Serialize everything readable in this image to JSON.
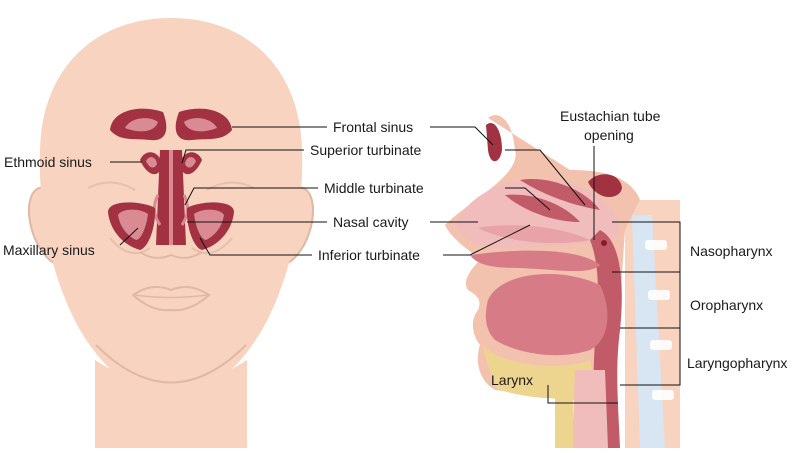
{
  "labels": {
    "frontal_sinus": "Frontal sinus",
    "ethmoid_sinus": "Ethmoid sinus",
    "superior_turbinate": "Superior turbinate",
    "middle_turbinate": "Middle turbinate",
    "nasal_cavity": "Nasal cavity",
    "maxillary_sinus": "Maxillary sinus",
    "inferior_turbinate": "Inferior turbinate",
    "eustachian_line1": "Eustachian tube",
    "eustachian_line2": "opening",
    "nasopharynx": "Nasopharynx",
    "oropharynx": "Oropharynx",
    "laryngopharynx": "Laryngopharynx",
    "larynx": "Larynx"
  },
  "colors": {
    "skin": "#f7d3c0",
    "skin_outline": "#e0b8a4",
    "sinus_fill": "#a23142",
    "sinus_highlight": "#d98a93",
    "tissue_pink": "#e8a3a8",
    "tissue_dark": "#c25b68",
    "cavity_pink": "#f0bcbc",
    "bone_yellow": "#eed58f",
    "spine_blue": "#d7e6f2",
    "leader": "#111111"
  }
}
